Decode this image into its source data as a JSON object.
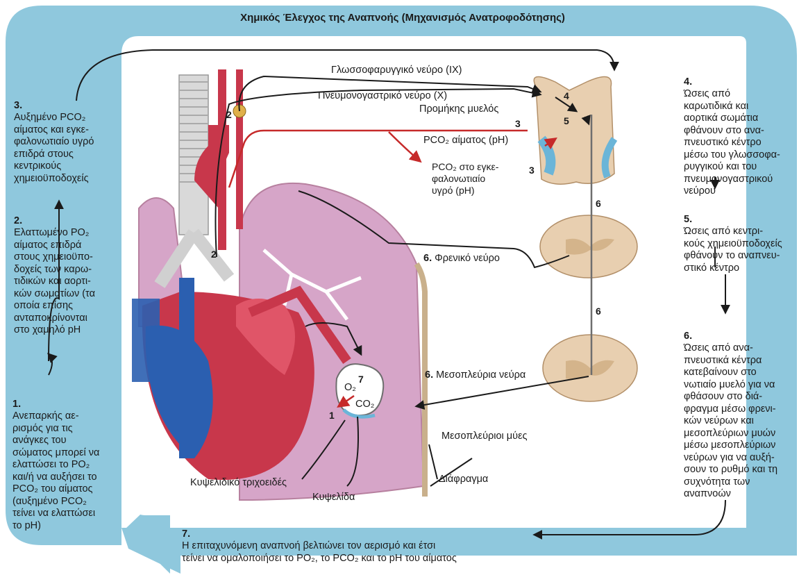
{
  "title": "Χημικός Έλεγχος της Αναπνοής (Μηχανισμός Ανατροφοδότησης)",
  "colors": {
    "loop": "#8fc8dd",
    "panel": "#ffffff",
    "arrow": "#1a1a1a",
    "pco2_arrow": "#c62a2a",
    "lung": "#d6a5c8",
    "heart_red": "#c8374b",
    "heart_blue": "#2b5fb0",
    "spinal": "#e8cfb0",
    "receptor": "#6bb5d8"
  },
  "steps": [
    {
      "num": "1.",
      "text": "Ανεπαρκής αε-\nρισμός για τις\nανάγκες του\nσώματος μπορεί να\nελαττώσει το PO₂\nκαι/ή να αυξήσει το\nPCO₂ του αίματος\n(αυξημένο PCO₂\nτείνει να ελαττώσει\nτο pH)"
    },
    {
      "num": "2.",
      "text": "Ελαττωμένο PO₂\nαίματος επιδρά\nστους χημειοϋπο-\nδοχείς των καρω-\nτιδικών και αορτι-\nκών σωματίων (τα\nοποία επίσης\nανταποκρίνονται\nστο χαμηλό pH"
    },
    {
      "num": "3.",
      "text": "Αυξημένο PCO₂\nαίματος και εγκε-\nφαλονωτιαίο υγρό\nεπιδρά στους\nκεντρικούς\nχημειοϋποδοχείς"
    },
    {
      "num": "4.",
      "text": "Ώσεις από\nκαρωτιδικά και\nαορτικά σωμάτια\nφθάνουν στο ανα-\nπνευστικό κέντρο\nμέσω του γλωσσοφα-\nρυγγικού και του\nπνευμονογαστρικού\nνεύρου"
    },
    {
      "num": "5.",
      "text": "Ώσεις από κεντρι-\nκούς χημειοϋποδοχείς\nφθάνουν το αναπνευ-\nστικό κέντρο"
    },
    {
      "num": "6.",
      "text": "Ώσεις από ανα-\nπνευστικά κέντρα\nκατεβαίνουν στο\nνωτιαίο μυελό για να\nφθάσουν στο διά-\nφραγμα μέσω φρενι-\nκών νεύρων και\nμεσοπλεύριων μυών\nμέσω μεσοπλεύριων\nνεύρων για να αυξή-\nσουν το ρυθμό και τη\nσυχνότητα των\nαναπνοών"
    },
    {
      "num": "7.",
      "text": "Η επιταχυνόμενη αναπνοή βελτιώνει τον αερισμό και έτσι\nτείνει να ομαλοποιήσει το PO₂, το PCO₂ και το pH του αίματος"
    }
  ],
  "labels": {
    "glossopharyngeal": "Γλωσσοφαρυγγικό νεύρο (IX)",
    "vagus": "Πνευμονογαστρικό νεύρο (X)",
    "medulla": "Προμήκης μυελός",
    "pco2_blood": "PCO₂ αίματος (pH)",
    "pco2_csf": "PCO₂ στο εγκε-\nφαλονωτιαίο\nυγρό (pH)",
    "phrenic_num": "6.",
    "phrenic": "Φρενικό νεύρο",
    "intercostal_nerves_num": "6.",
    "intercostal_nerves": "Μεσοπλεύρια νεύρα",
    "intercostal_muscles": "Μεσοπλεύριοι μύες",
    "diaphragm": "Διάφραγμα",
    "alveolar_capillary": "Κυψελιδικό τριχοειδές",
    "alveolus": "Κυψελίδα",
    "o2": "O₂",
    "co2": "CO₂"
  },
  "markers": {
    "m2_top": "2",
    "m2_bottom": "2",
    "m3_a": "3",
    "m3_b": "3",
    "m4": "4",
    "m5": "5",
    "m6_a": "6",
    "m6_b": "6",
    "m7": "7",
    "m1": "1"
  }
}
